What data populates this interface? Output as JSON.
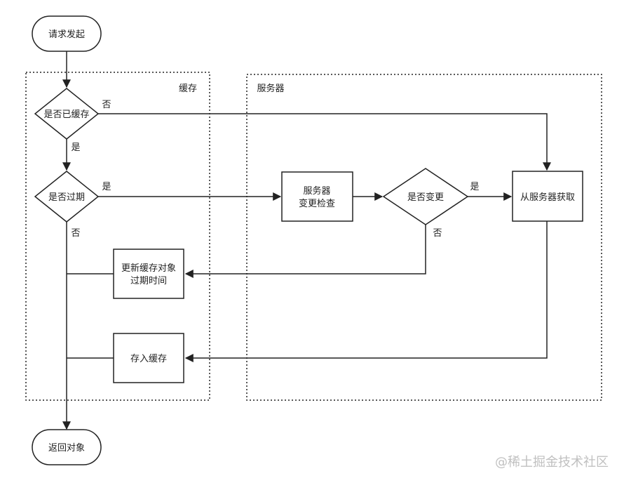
{
  "groups": {
    "cache": "缓存",
    "server": "服务器"
  },
  "nodes": {
    "start": "请求发起",
    "is_cached": "是否已缓存",
    "is_expired": "是否过期",
    "server_check": [
      "服务器",
      "变更检查"
    ],
    "is_changed": "是否变更",
    "fetch_server": "从服务器获取",
    "update_cache": [
      "更新缓存对象",
      "过期时间"
    ],
    "store_cache": "存入缓存",
    "return_obj": "返回对象"
  },
  "edge_labels": {
    "cached_no": "否",
    "cached_yes": "是",
    "expired_yes": "是",
    "expired_no": "否",
    "changed_yes": "是",
    "changed_no": "否"
  },
  "watermark": "@稀土掘金技术社区"
}
